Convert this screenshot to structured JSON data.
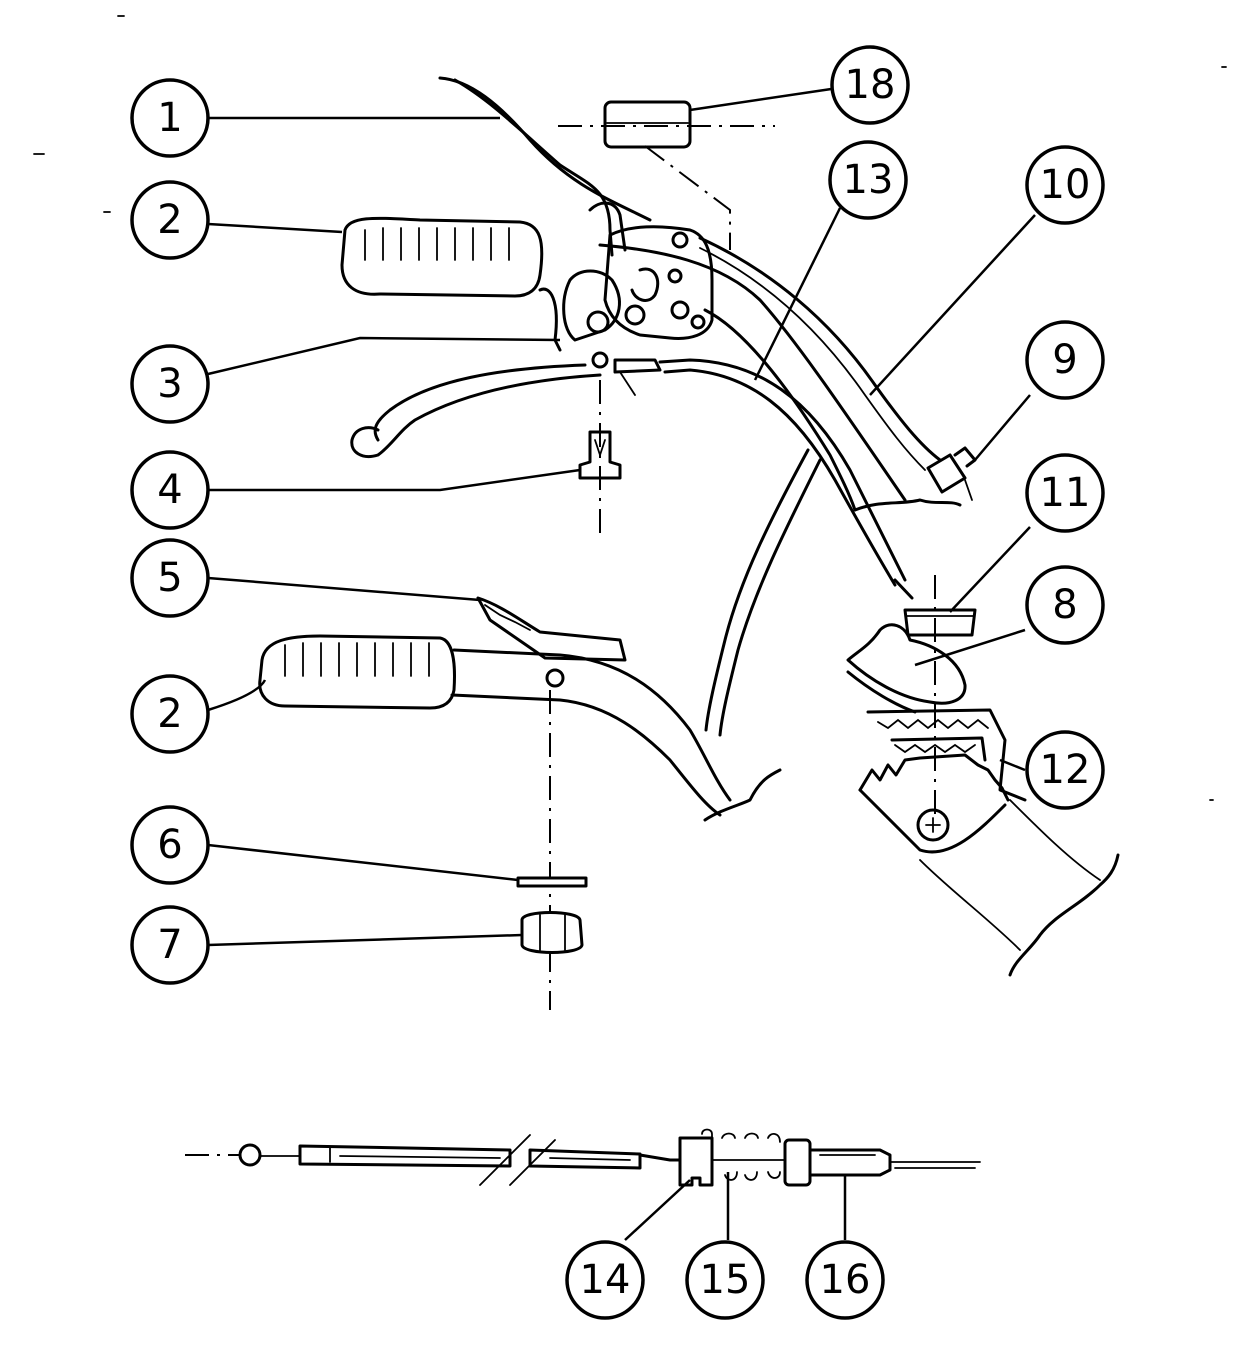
{
  "callouts": {
    "c1": "1",
    "c2a": "2",
    "c2b": "2",
    "c3": "3",
    "c4": "4",
    "c5": "5",
    "c6": "6",
    "c7": "7",
    "c8": "8",
    "c9": "9",
    "c10": "10",
    "c11": "11",
    "c12": "12",
    "c13": "13",
    "c14": "14",
    "c15": "15",
    "c16": "16",
    "c18": "18"
  }
}
